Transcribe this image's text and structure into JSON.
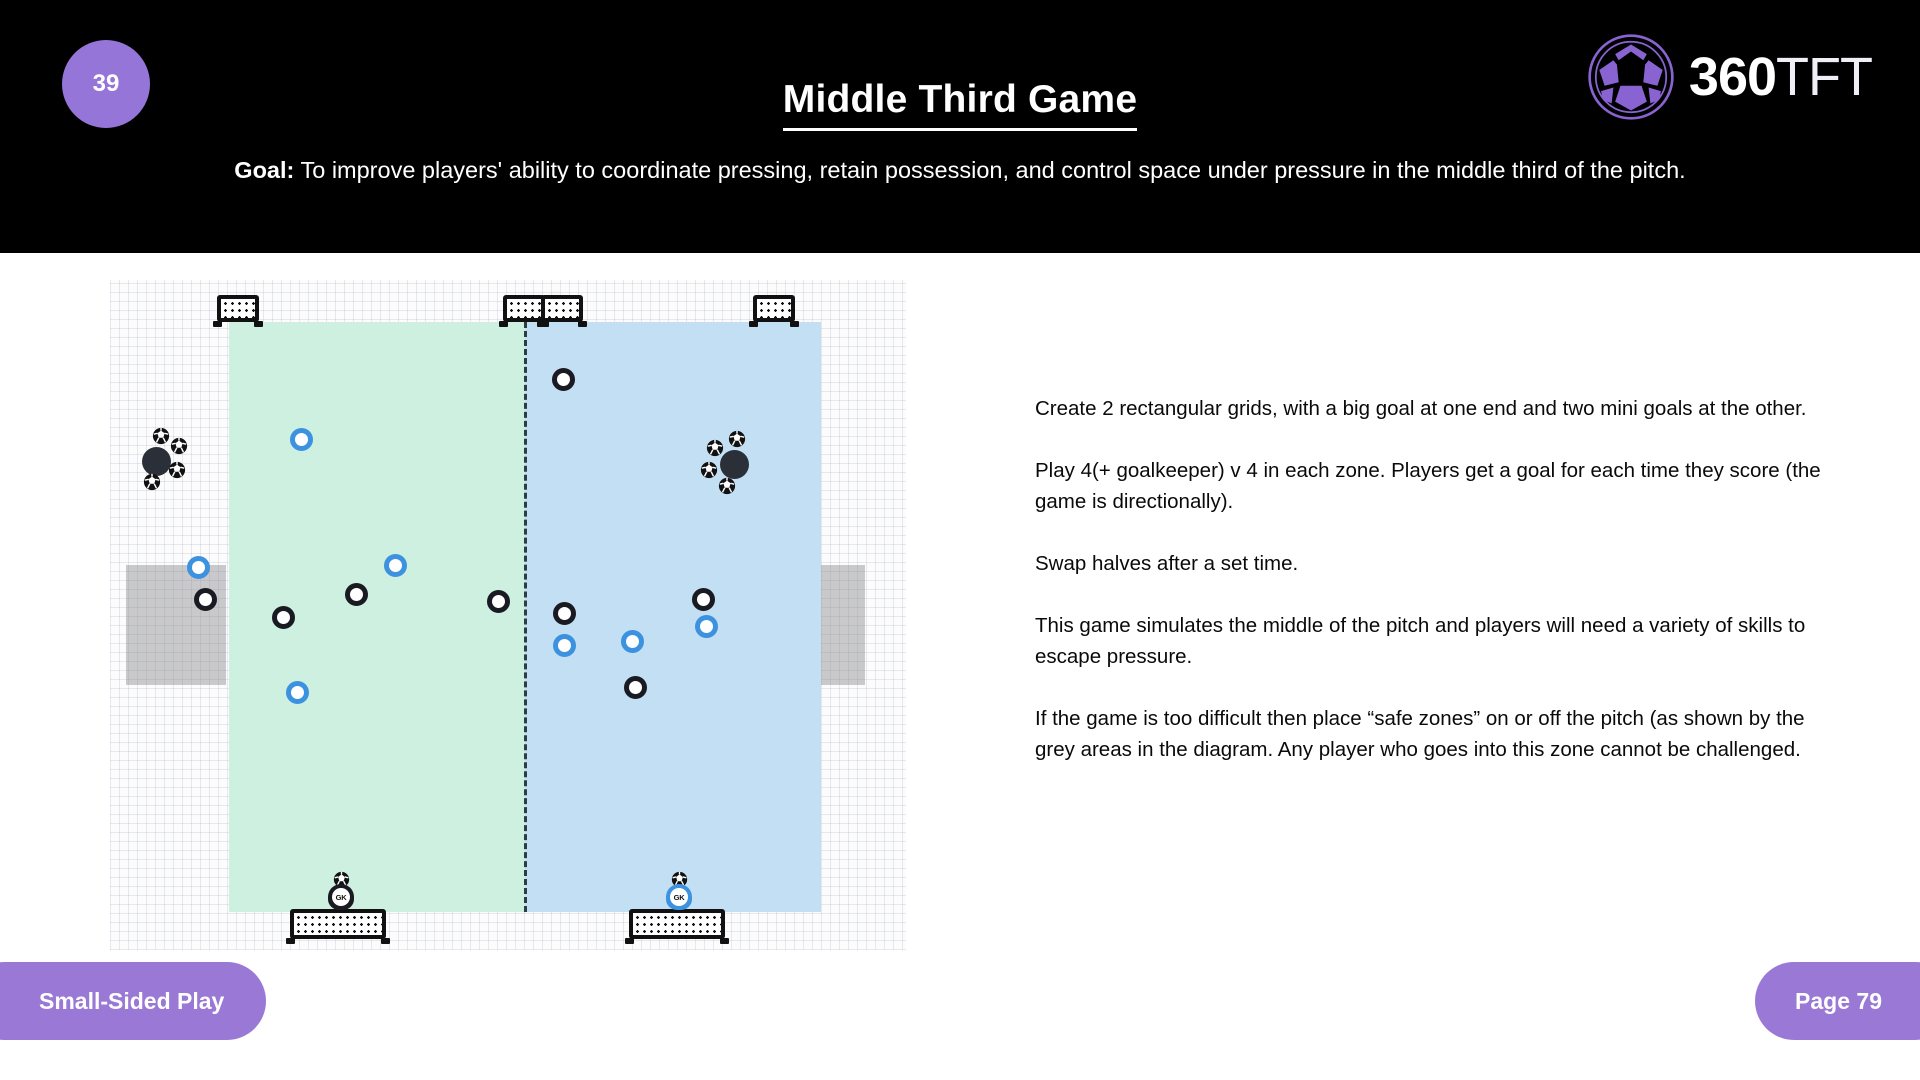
{
  "header": {
    "slide_number": "39",
    "title": "Middle Third Game",
    "goal_label": "Goal:",
    "goal_text": "To improve players' ability to coordinate pressing, retain possession, and control space under pressure in the middle third of the pitch.",
    "logo": {
      "brand_primary": "360",
      "brand_secondary": "TFT",
      "ball_color": "#8a63d2",
      "background": "#000000"
    }
  },
  "notes": {
    "paragraphs": [
      "Create 2 rectangular grids, with a big goal at one end and two mini goals at the other.",
      "Play 4(+ goalkeeper) v 4 in each zone.     Players get a goal for each time they score (the game is directionally).",
      "Swap halves after a set time.",
      "This game simulates the middle of the pitch and players will need a variety of skills to escape pressure.",
      "If the game is too difficult then place “safe zones” on or off the pitch (as shown by the grey areas in the diagram.  Any player who goes into this zone cannot be challenged."
    ]
  },
  "diagram": {
    "left_zone_color": "#cdf0e0",
    "right_zone_color": "#c2dff4",
    "safe_zone_color": "#8a8a8f",
    "halfway_line": "dashed",
    "mini_goals": 4,
    "big_goals": 2,
    "goalkeepers": [
      {
        "label": "GK",
        "team": "black",
        "zone": "left"
      },
      {
        "label": "GK",
        "team": "blue",
        "zone": "right"
      }
    ],
    "players": {
      "left_zone": {
        "blue": 4,
        "black": 4
      },
      "right_zone": {
        "blue": 3,
        "black": 4
      }
    },
    "ball_clusters": 2
  },
  "footer": {
    "category": "Small-Sided Play",
    "page": "Page 79",
    "pill_color": "#9a78d6"
  }
}
